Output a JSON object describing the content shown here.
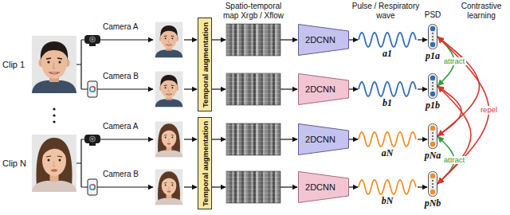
{
  "diagram": {
    "nodes": [
      {
        "text": [
          "Temporal augmentation"
        ]
      },
      {
        "text": [
          "Temporal augmentation"
        ]
      },
      {
        "text": [
          "2DCNN"
        ]
      },
      {
        "text": [
          "2DCNN"
        ]
      },
      {
        "text": [
          "2DCNN"
        ]
      },
      {
        "text": [
          "2DCNN"
        ]
      },
      {
        "text": [
          "p1a"
        ]
      },
      {
        "text": [
          "p1b"
        ]
      },
      {
        "text": [
          "pNa"
        ]
      },
      {
        "text": [
          "pNb"
        ]
      }
    ],
    "edges": [
      {
        "from": 6,
        "to": 7,
        "label": "attract",
        "arrow": "both"
      },
      {
        "from": 8,
        "to": 9,
        "label": "attract",
        "arrow": "both"
      },
      {
        "from": 6,
        "to": 8,
        "arrow": "both"
      },
      {
        "from": 6,
        "to": 9,
        "label": "repel",
        "arrow": "both"
      },
      {
        "from": 7,
        "to": 8,
        "arrow": "both"
      },
      {
        "from": 7,
        "to": 9,
        "arrow": "both"
      }
    ],
    "labels": [
      "Clip 1",
      "Camera A",
      "Camera B",
      "Camera A",
      "Camera B",
      "Clip N",
      "Spatio-temporal map Xrgb / Xflow",
      "Pulse / Respiratory wave",
      "PSD",
      "Contrastive learning",
      "a1",
      "b1",
      "aN",
      "bN"
    ]
  }
}
